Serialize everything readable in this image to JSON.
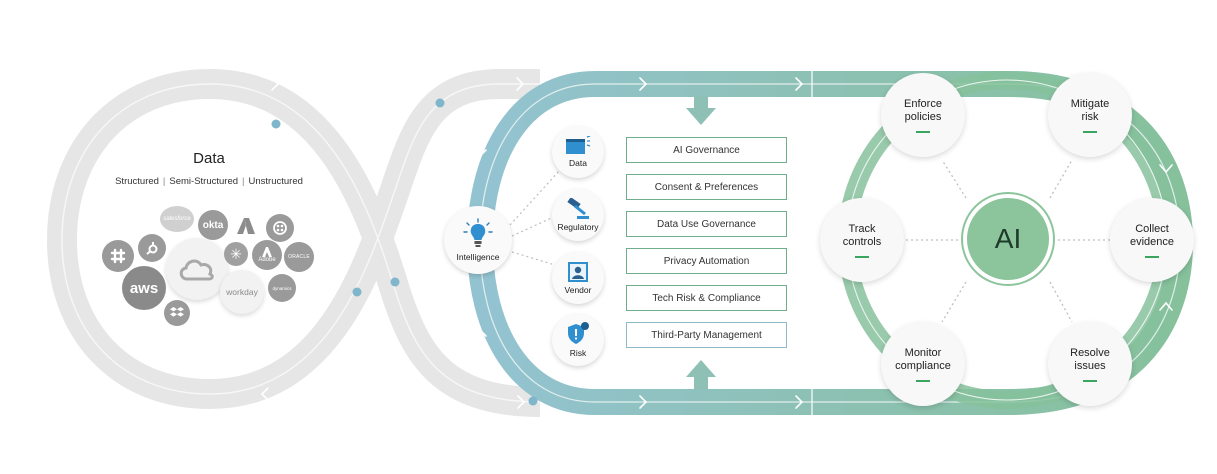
{
  "data_section": {
    "title": "Data",
    "types": [
      "Structured",
      "Semi-Structured",
      "Unstructured"
    ],
    "logos": {
      "aws": "aws",
      "okta": "okta",
      "salesforce": "salesforce",
      "workday": "workday",
      "oracle": "ORACLE",
      "adobe": "Adobe",
      "dynamics": "dynamics"
    }
  },
  "intelligence": {
    "hub_label": "Intelligence",
    "inputs": [
      "Data",
      "Regulatory",
      "Vendor",
      "Risk"
    ]
  },
  "governance": {
    "items": [
      "AI Governance",
      "Consent & Preferences",
      "Data Use Governance",
      "Privacy Automation",
      "Tech Risk & Compliance",
      "Third-Party Management"
    ]
  },
  "ai_cycle": {
    "core_label": "AI",
    "actions": [
      {
        "line1": "Enforce",
        "line2": "policies"
      },
      {
        "line1": "Mitigate",
        "line2": "risk"
      },
      {
        "line1": "Collect",
        "line2": "evidence"
      },
      {
        "line1": "Resolve",
        "line2": "issues"
      },
      {
        "line1": "Monitor",
        "line2": "compliance"
      },
      {
        "line1": "Track",
        "line2": "controls"
      }
    ]
  },
  "colors": {
    "track_gray": "#e6e6e6",
    "track_blue": "#8fc0cf",
    "track_green": "#86c19c",
    "accent_dot": "#7fb6cc",
    "dash_green": "#3aa55f",
    "ai_core": "#8cc49c"
  }
}
